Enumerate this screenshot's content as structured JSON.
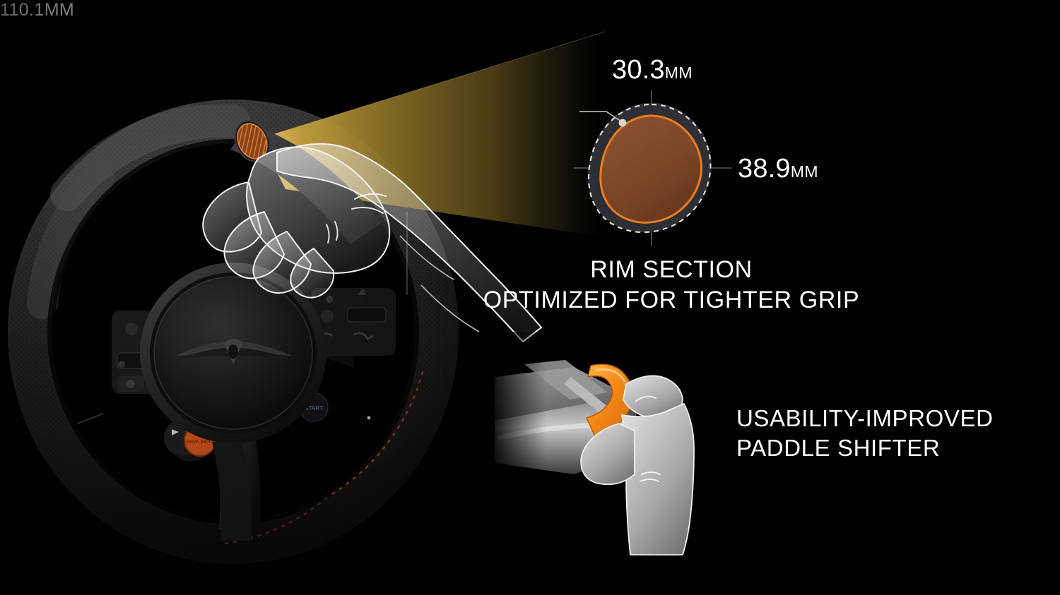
{
  "slide": {
    "background_color": "#000000",
    "accent_orange": "#f07d1a",
    "cone_color": "#7d6420",
    "section_fill": "#7a4526",
    "dashed_line_color": "#d8d5d0"
  },
  "rim_section": {
    "dimension_top": {
      "value": "30.3",
      "unit": "MM",
      "name": "rim-thickness"
    },
    "dimension_right": {
      "value": "38.9",
      "unit": "MM",
      "name": "rim-width"
    },
    "dimension_circumference": {
      "text": "110.1MM",
      "name": "rim-circumference"
    },
    "caption_line1": "RIM SECTION",
    "caption_line2": "OPTIMIZED FOR TIGHTER GRIP"
  },
  "paddle": {
    "caption_line1": "USABILITY-IMPROVED",
    "caption_line2": "PADDLE SHIFTER"
  },
  "icons": {
    "steering_wheel": "steering-wheel-photo",
    "hand_overlay": "hand-grip-outline",
    "cut_section": "rim-cut-face",
    "callout_cone": "callout-beam",
    "paddle_illustration": "paddle-shifter-hand-illustration"
  }
}
